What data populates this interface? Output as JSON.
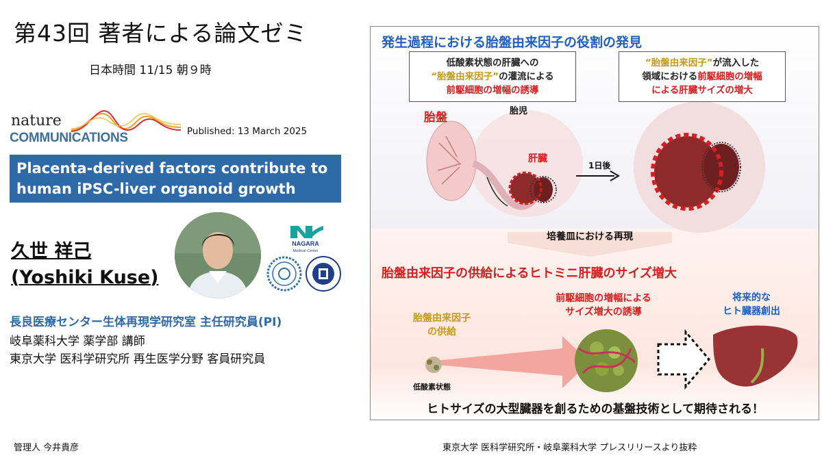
{
  "header": {
    "title": "第43回 著者による論文ゼミ",
    "datetime": "日本時間 11/15 朝９時"
  },
  "journal": {
    "logo_line1": "nature",
    "logo_line2": "COMMUNICATIONS",
    "published": "Published: 13 March 2025"
  },
  "paper": {
    "title_line1": "Placenta-derived factors contribute to",
    "title_line2": "human iPSC-liver organoid growth"
  },
  "presenter": {
    "name_jp": "久世 祥己",
    "name_en": "(Yoshiki Kuse)",
    "affiliation1": "長良医療センター生体再現学研究室 主任研究員(PI)",
    "affiliation2": "岐阜薬科大学 薬学部 講師",
    "affiliation3": "東京大学 医科学研究所 再生医学分野 客員研究員"
  },
  "logos": {
    "nagara_name": "NAGARA",
    "nagara_sub": "Medical Center"
  },
  "figure": {
    "heading_top": "発生過程における胎盤由来因子の役割の発見",
    "callout_left": {
      "line1": "低酸素状態の肝臓への",
      "line2_gold": "“胎盤由来因子”",
      "line2_black": "の灌流による",
      "line3": "前駆細胞の増幅の誘導"
    },
    "callout_right": {
      "line1_gold": "“胎盤由来因子”",
      "line1_black": "が流入した",
      "line2_black": "領域における",
      "line2_red": "前駆細胞の増幅",
      "line3": "による肝臓サイズの増大"
    },
    "label_placenta": "胎盤",
    "label_fetus": "胎児",
    "label_liver": "肝臓",
    "label_oneday": "1日後",
    "culture_label": "培養皿における再現",
    "heading_bottom": "胎盤由来因子の供給によるヒトミニ肝臓のサイズ増大",
    "supply_line1": "胎盤由来因子",
    "supply_line2": "の供給",
    "hypoxia": "低酸素状態",
    "induce_line1": "前駆細胞の増幅による",
    "induce_line2": "サイズ増大の誘導",
    "future_line1": "将来的な",
    "future_line2": "ヒト臓器創出",
    "footer": "ヒトサイズの大型臓器を創るための基盤技術として期待される！"
  },
  "footer": {
    "manager": "管理人 今井貴彦",
    "source": "東京大学 医科学研究所・岐阜薬科大学 プレスリリースより抜粋"
  },
  "colors": {
    "accent_blue": "#2e69a8",
    "heading_blue": "#1f5fbf",
    "red": "#d42020",
    "gold": "#c59a14"
  }
}
